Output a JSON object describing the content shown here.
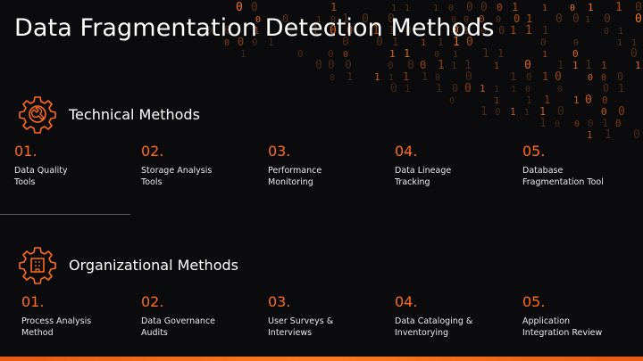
{
  "title": "Data Fragmentation Detection Methods",
  "colors": {
    "accent": "#ff6b1a",
    "background": "#0b0b0d",
    "text": "#ffffff"
  },
  "sections": [
    {
      "heading": "Technical Methods",
      "icon": "gear-wrench-icon",
      "items": [
        {
          "number": "01.",
          "line1": "Data Quality",
          "line2": "Tools"
        },
        {
          "number": "02.",
          "line1": "Storage Analysis",
          "line2": "Tools"
        },
        {
          "number": "03.",
          "line1": "Performance",
          "line2": "Monitoring"
        },
        {
          "number": "04.",
          "line1": "Data Lineage",
          "line2": "Tracking"
        },
        {
          "number": "05.",
          "line1": "Database",
          "line2": "Fragmentation Tool"
        }
      ]
    },
    {
      "heading": "Organizational Methods",
      "icon": "gear-building-icon",
      "items": [
        {
          "number": "01.",
          "line1": "Process Analysis",
          "line2": "Method"
        },
        {
          "number": "02.",
          "line1": "Data Governance",
          "line2": "Audits"
        },
        {
          "number": "03.",
          "line1": "User Surveys &",
          "line2": "Interviews"
        },
        {
          "number": "04.",
          "line1": "Data Cataloging &",
          "line2": "Inventorying"
        },
        {
          "number": "05.",
          "line1": "Application",
          "line2": "Integration Review"
        }
      ]
    }
  ]
}
